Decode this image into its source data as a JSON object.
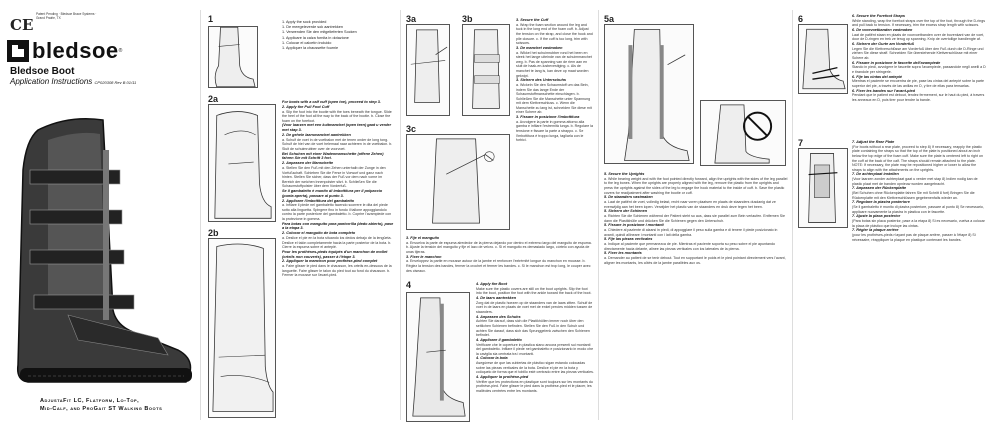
{
  "cover": {
    "ce": "CE",
    "fine_print": "Patent Pending · Bledsoe Brace Systems · Grand Prairie, TX",
    "brand": "bledsoe",
    "reg": "®",
    "title": "Bledsoe Boot",
    "instructions": "Application Instructions",
    "code": "CP020308 Rev B 01/11",
    "footer_line1": "AdjustaFit LC, Flatform, Lo-Top,",
    "footer_line2": "Mid-Calf, and ProGait ST Walking Boots"
  },
  "steps": {
    "s1": "1",
    "s2a": "2a",
    "s2b": "2b",
    "s3a": "3a",
    "s3b": "3b",
    "s3c": "3c",
    "s4": "4",
    "s5a": "5a",
    "s5b": "5b",
    "s6": "6",
    "s7": "7"
  },
  "step1_list": [
    "1. Apply the sock provided",
    "1. De meegeleverde sok aantrekken",
    "1. Verwenden Sie den mitgelieferten Socken",
    "1. Applicare la calza fornita in dotazione",
    "1. Colocar el calcetín incluido",
    "1. Appliquer la chaussette fournie"
  ],
  "col2_text": {
    "h1": "For boots with a calf cuff (open toe), proceed to step 3.",
    "h2": "2. Apply the Pull Foot Cuff",
    "p2": "a. Slip the foot into the bootie with the toes beneath the tongue. Slide the heel of the foot all the way to the back of the bootie. b. Close the foam on the forefoot.",
    "h3": "(Voor laarzen met een kuitmanchet (open teen) gaat u verder met stap 3.",
    "h4": "2. De gehele laarsmanchet aantrekken",
    "p4": "a. Schuif de voet in de voetbalon met de tenen onder de long tong. Schuif de hiel van de voet helemaal naar achteren in de voetbalon. b. Sluit de schuimrubber over de voorvoet.",
    "h5": "Bei Schuhen mit einer Wadenmanschette (offene Zehen) fahren Sie mit Schritt 3 fort.",
    "h6": "2. Anpassen der Manschette",
    "p6": "a. Stellen Sie den Fuß mit den Zehen unterhalb der Zunge in den Vorfußschaft. Schieben Sie die Ferse in Vorwurf und ganz nach hinten. Stellen Sie sicher, dass der Fuß vor dem nach vorne im Bereich der weichen Innenpolster sitzt. b. Schließen Sie die Schaumstoffpolster über dem Vorderfuß.",
    "h7": "Se il gambaletto è munito di imbottitura per il polpaccio (punta aperta), passare al punto 3.",
    "h8": "2. Applicare l'imbottitura del gambaletto",
    "p8": "a. Infilare il piede nel gambaletto facendo scorrere le dita del piede sotto alla linguetta. Spingere fino in fondo il tallone appoggiandolo contro la parte posteriore del gambaletto. b. Coprire l'avampiede con la protezione in gomma.",
    "h9": "Para botas con manguito para pantorrilla (dedo abierto), pase a la etapa 3.",
    "h10": "2. Colocar el manguito de bota completo",
    "p10": "a. Deslice el pie en la bota situando los dedos debajo de la lengüeta. Deslice el talón completamente hacia la parte posterior de la bota. b. Cierre la espuma sobre el antepié.",
    "h11": "Pour les prothèses-pieds équipés d'un manchon de mollet (orteils non couverts), passer à l'étape 3.",
    "h12": "2. Appliquer la manchon pour prothèse-pied complet",
    "p12": "a. Faire glisser le pied dans le chausson, les orteils en-dessous de la languette. Faire glisser le talon du pied tout au fond du chausson. b. Fermer la mousse sur l'avant-pied."
  },
  "col3_text": {
    "h1": "3. Secure the Cuff",
    "p1": "a. Wrap the foam section around the leg and tuck in the long end of the foam cuff. b. Adjust the tension on the strap, and close the hook and pile closure. c. If the cuff is too long, trim with scissors.",
    "h2": "3. De manchet vastmaken",
    "p2": "a. Wikkel het schuimrubber rond het been en steek het lange uiteinde van de schuimmanchet weg. b. Pas de spanning van de riem aan en sluit de haak-en-lusbevestiging. c. Als de manchet te lang is, kan deze op maat worden geknipt.",
    "h3": "3. Sichern des Unterschuhs",
    "p3": "a. Wickeln Sie den Schaumstoff um das Bein, indem Sie das lange Ende der Schaumstoffmanschette einschlagen. b. Schließen Sie die Manschette unter Spannung mit dem Klettverschluss. c. Wenn die Manschette zu lang ist, schneiden Sie diese mit einer Schere ab.",
    "h4": "3. Fissare in posizione l'imbottitura",
    "p4": "a. Avvolgere la parte in gomma attorno alla gamba e infilare l'estremità lunga. b. Regolare la tensione e fissare la parte a strappo. c. Se l'imbottitura è troppo lunga, tagliarla con le forbici.",
    "h5": "3. Fije el manguito",
    "p5": "a. Envuelva la parte de espuma alrededor de la pierna dejando por dentro el extremo largo del manguito de espuma. b. Ajuste la tensión del manguito y fije el lazo de velcro. c. Si el manguito es demasiado largo, córtelo con ayuda de unas tijeras.",
    "h6": "3. Fixer le manchon",
    "p6": "a. Enveloppez la partie en mousse autour de la jambe et renfoncer l'extrémité longue du manchon en mousse. b. Réglez la tension des bandes, fermer la crochet et fermer les bandes. c. Si le manchon est trop long, le couper avec des ciseaux."
  },
  "col4_text": {
    "h1": "4. Apply the Boot",
    "p1": "Make sure the plastic covers are still on the boot uprights. Slip the foot into the boot, position the foot with the ankle toward the back of the boot.",
    "h2": "4. De laars aantrekken",
    "p2": "Zorg dat de plastic hoezen op de staanders van de laars zitten. Schuif de voet in de laars en plaats de voet met de enkel precies midden tussen de staanders.",
    "h3": "4. Anpassen des Schuhs",
    "p3": "Achten Sie darauf, dass sich die Plastikhüllen immer noch über den seitlichen Schienen befinden. Stellen Sie den Fuß in den Schuh und achten Sie darauf, dass sich das Sprunggelenk zwischen den Schienen befindet.",
    "h4": "4. Applicare il gambaletto",
    "p4": "Verificare che le coperture in plastica siano ancora presenti sui montanti del gambaletto. Infilare il piede nel gambaletto e posizionarlo in modo che la caviglia sia centrata tra i montanti.",
    "h5": "4. Colocar la bota",
    "p5": "Asegúrese de que las cubiertas de plástico sigan estando colocadas sobre las piezas verticales de la bota. Deslice el pie en la bota y colóquelo de forma que el tobillo esté centrado entre las piezas verticales.",
    "h6": "4. Appliquer la prothèse-pied",
    "p6": "Vérifier que les protections en plastique sont toujours sur les montants du prothèse-pied. Faire glisser le pied dans la prothèse-pied et le placer, les malléoles centrées entre les montants."
  },
  "col5_text": {
    "h1": "5. Secure the Uprights",
    "p1": "a. While bearing weight and with the foot pointed directly forward, align the uprights with the sides of the leg parallel to the leg bones. When the uprights are properly aligned with the leg, remove the plastic from the uprights and press the uprights against the sides of the leg to engage the hook material to the inside of cuff. b. Save the plastic covers for readjustment after washing the bootie or cuff.",
    "h2": "5. De staanders vastmaken",
    "p2": "a. Laat de patiënt de voet, volledig belast, recht naar voren plaatsen en plaats de staanders dusdanig dat ze evenwijdig aan het been lopen. Verwijder het plastic van de staanders en druk deze tegen het been.",
    "h3": "5. Sichern der Schienen",
    "p3": "a. Richten Sie die Schienen während der Patient steht so aus, dass sie parallel zum Bein verlaufen. Entfernen Sie dann die Plastikhülle und drücken Sie die Schienen gegen den Unterschuh.",
    "h4": "5. Fissare in posizione i montanti",
    "p4": "a. Chiedere al paziente di alzarsi in piedi, di appoggiare il peso sulla gamba e di tenere il piede posizionato in avanti, quindi allineare i montanti con i lati della gamba.",
    "h5": "5. Fije las piezas verticales",
    "p5": "a. Indique al paciente que permanezca de pie. Mientras el paciente soporta su peso sobre el pie apuntando directamente hacia delante, alinee las piezas verticales con los laterales de la pierna.",
    "h6": "5. Fixer les montants",
    "p6": "a. Demander au patient de se tenir debout. Tout en supportant le poids et le pied pointant directement vers l'avant, aligner les montants, les côtés de la jambe parallèles aux os."
  },
  "col6_text": {
    "h1": "6. Secure the Forefoot Straps",
    "p1": "While standing, wrap the forefoot straps over the top of the foot, through the D-rings and pull back to tension. If necessary, trim the excess strap length with scissors.",
    "h2": "6. De voorvoetbanden vastmaken",
    "p2": "Laat de patiënt staan en plaats de voorvoetbanden over de bovenkant van de voet, door de D-ringen en trek ze terug op spanning. Knip de overtollige bandlengte af.",
    "h3": "6. Sichern der Gurte am Vorderfuß",
    "p3": "Legen Sie die Klettverschlüsse am Vorderfuß über den Fuß durch die D-Ringe und ziehen Sie diese straff. Schneiden Sie überstehende Klettverschlüsse mit einer Schere ab.",
    "h4": "6. Fissare in posizione le fascette dell'avampiede",
    "p4": "Stando in piedi, avvolgere le fascette sopra l'avampiede, passandole negli anelli a D e tirandole per stringerle.",
    "h5": "6. Fije las cintas del antepié",
    "p5": "Mientras el paciente se encuentra de pie, pase las cintas del antepié sobre la parte superior del pie, a través de las anillas en D, y tire de ellas para tensarlas.",
    "h6": "6. Fixer les bandes sur l'avant-pied",
    "p6": "Pendant que le patient est debout, tendez fermement, sur le haut du pied, à travers les anneaux en D, puis tirer pour tendre la bande.",
    "h7": "7. Adjust the Rear Plate",
    "p7": "(For boots without a rear plate, proceed to step 8) If necessary, reapply the plastic plate containing the straps so that the top of the plate is positioned about an inch below the top edge of the foam cuff. Make sure the plate is centered left to right on the cuff at the back of the calf. The straps should remain attached to the plate. NOTE: If necessary, the plate may be repositioned higher or lower to allow the straps to align with the attachments on the uprights.",
    "h8": "7. De achterplaat instellen",
    "p8": "(Voor laarzen zonder achterplaat gaat u verder met stap 8) Indien nodig kan de plastic plaat met de banden opnieuw worden aangebracht.",
    "h9": "7. Anpassen der Rückenplatte",
    "p9": "(Bei Schuhen ohne Rückenplatte fahren Sie mit Schritt 8 fort) Bringen Sie die Rückenplatte mit den Klettverschlüssen gegebenenfalls wieder an.",
    "h10": "7. Regolare la piastra posteriore",
    "p10": "(Se il gambaletto è munito di piastra posteriore, passare al punto 8) Se necessario, applicare nuovamente la piastra in plastica con le fascette.",
    "h11": "7. Ajuste la placa posterior",
    "p11": "(Para botas sin placa posterior, pase a la etapa 8) Si es necesario, vuelva a colocar la placa de plástico que incluye las cintas.",
    "h12": "7. Régler la plaque arrière",
    "p12": "(pour les prothèses-pieds n'ayant pas de plaque arrière, passer à l'étape 8) Si nécessaire, réappliquer la plaque en plastique contenant les bandes."
  }
}
